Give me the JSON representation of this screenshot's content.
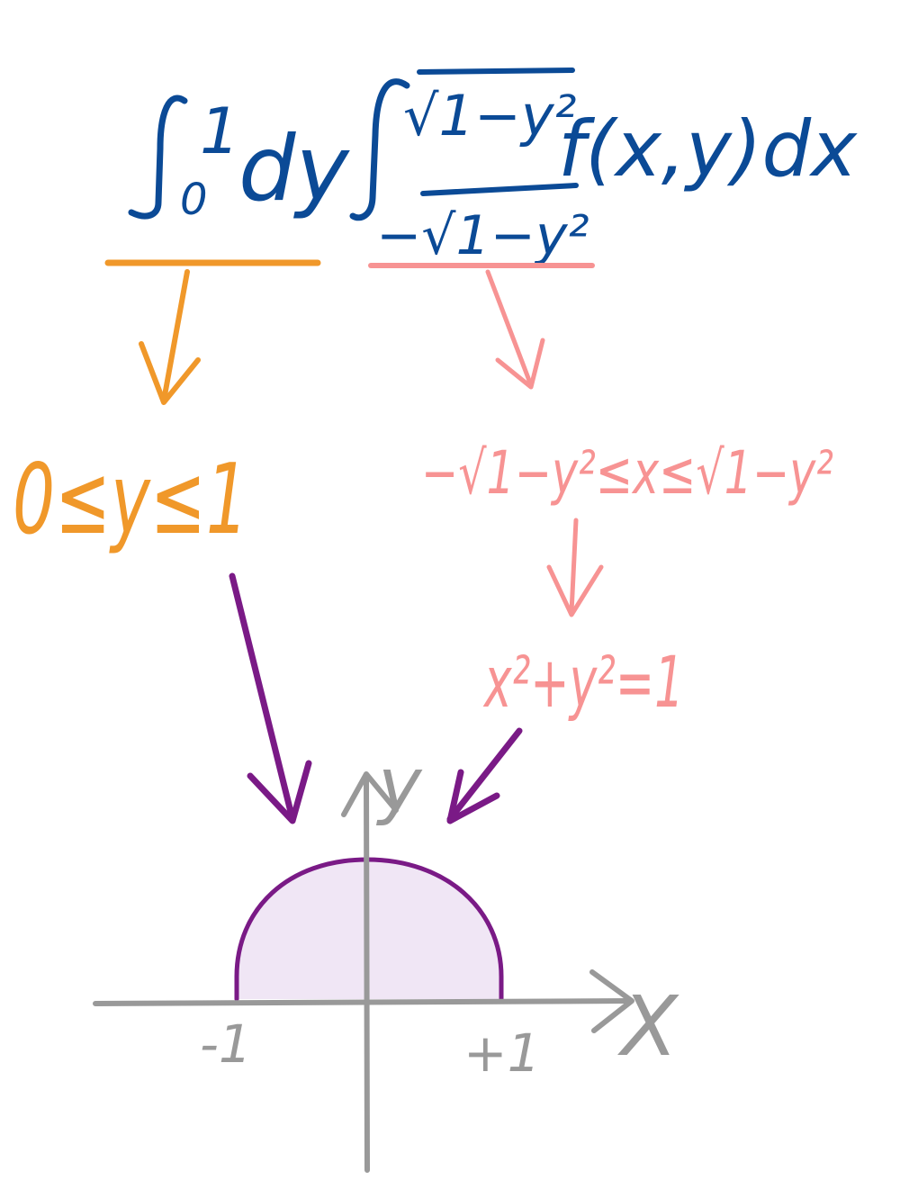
{
  "integral": {
    "outer_lower": "0",
    "outer_upper": "1",
    "outer_diff": "dy",
    "inner_upper": "√1−y²",
    "inner_lower": "−√1−y²",
    "integrand": "f(x,y)dx"
  },
  "conditions": {
    "y_range": "0≤y≤1",
    "x_range": "−√1−y²≤x≤√1−y²",
    "circle_eq": "x²+y²=1"
  },
  "axes": {
    "x_label": "X",
    "y_label": "y",
    "tick_left": "-1",
    "tick_right": "+1"
  },
  "colors": {
    "integral_blue": "#0b4a96",
    "y_orange": "#f0982a",
    "x_pink": "#f79393",
    "region_purple": "#7a1a86",
    "region_fill": "#f0e6f5",
    "axis_gray": "#999999"
  }
}
